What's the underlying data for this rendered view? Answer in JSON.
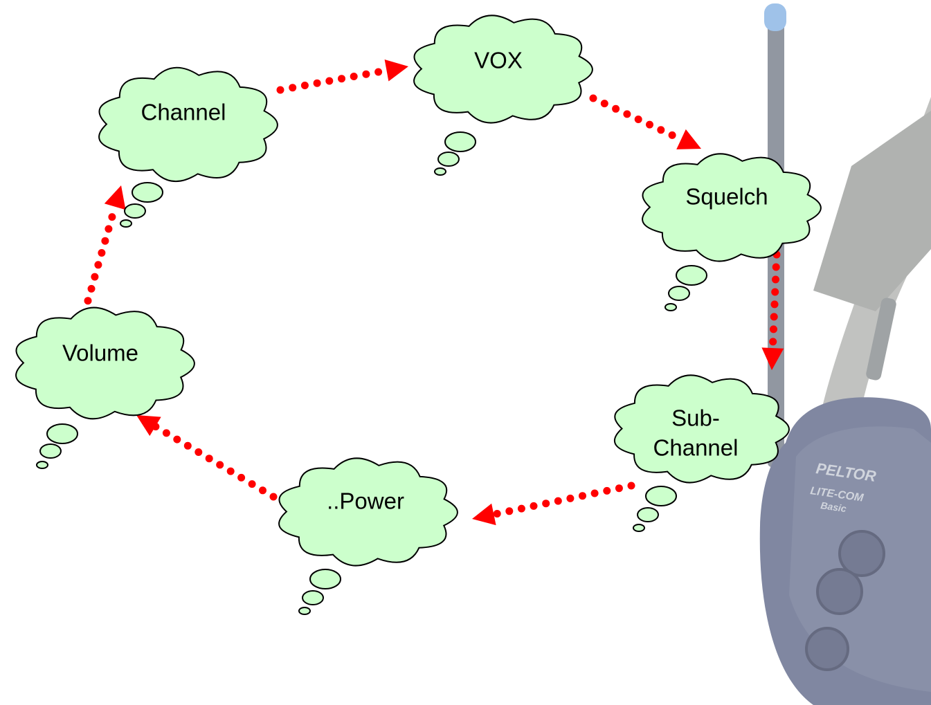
{
  "diagram": {
    "nodes": [
      {
        "id": "channel",
        "lines": [
          "Channel"
        ]
      },
      {
        "id": "vox",
        "lines": [
          "VOX"
        ]
      },
      {
        "id": "squelch",
        "lines": [
          "Squelch"
        ]
      },
      {
        "id": "subchannel",
        "lines": [
          "Sub-",
          "Channel"
        ]
      },
      {
        "id": "power",
        "lines": [
          "..Power"
        ]
      },
      {
        "id": "volume",
        "lines": [
          "Volume"
        ]
      }
    ],
    "edges": [
      {
        "from": "channel",
        "to": "vox"
      },
      {
        "from": "vox",
        "to": "squelch"
      },
      {
        "from": "squelch",
        "to": "subchannel"
      },
      {
        "from": "subchannel",
        "to": "power"
      },
      {
        "from": "power",
        "to": "volume"
      },
      {
        "from": "volume",
        "to": "channel"
      }
    ]
  },
  "colors": {
    "cloud_fill": "#ccffcc",
    "cloud_stroke": "#000000",
    "arrow": "#ff0000",
    "device_body": "#6b7391",
    "headband": "#a9aaa9"
  },
  "illustration": {
    "icon": "two-way-radio-headset-icon",
    "logo_lines": [
      "PELTOR",
      "LITE-COM",
      "Basic"
    ]
  }
}
